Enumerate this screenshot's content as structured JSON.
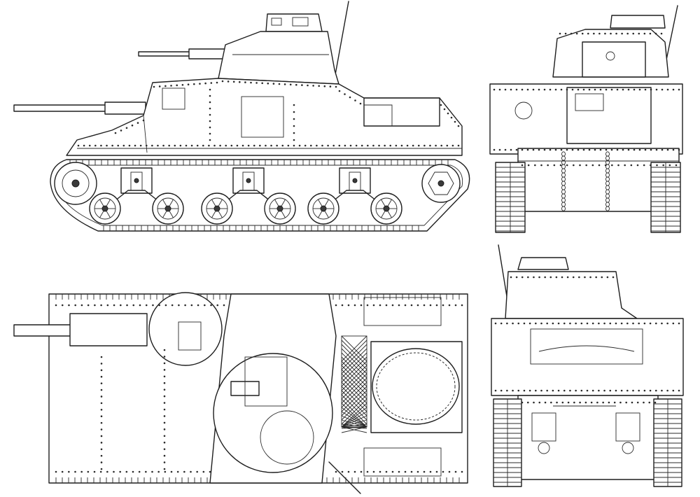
{
  "views": [
    {
      "id": "side",
      "label": ""
    },
    {
      "id": "front",
      "label": ""
    },
    {
      "id": "top",
      "label": ""
    },
    {
      "id": "rear",
      "label": ""
    }
  ],
  "colors": {
    "line": "#1e1e1e",
    "background": "#ffffff"
  }
}
